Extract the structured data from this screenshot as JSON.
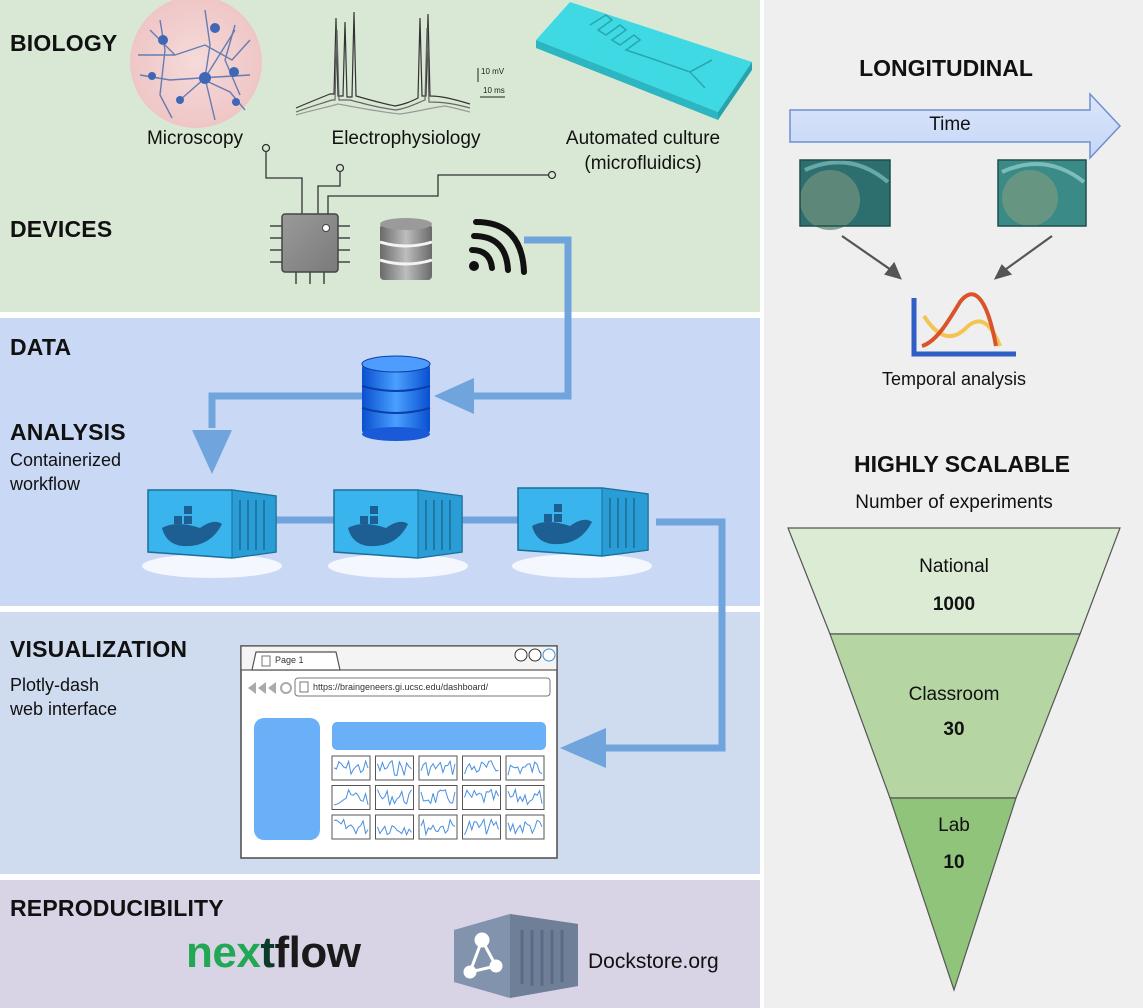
{
  "sections": {
    "biology": "BIOLOGY",
    "devices": "DEVICES",
    "data": "DATA",
    "analysis": "ANALYSIS",
    "analysis_sub_1": "Containerized",
    "analysis_sub_2": "workflow",
    "visualization": "VISUALIZATION",
    "visualization_sub_1": "Plotly-dash",
    "visualization_sub_2": "web interface",
    "reproducibility": "REPRODUCIBILITY"
  },
  "biology": {
    "microscopy": "Microscopy",
    "electrophysiology": "Electrophysiology",
    "culture_1": "Automated culture",
    "culture_2": "(microfluidics)",
    "scale_mv": "10 mV",
    "scale_ms": "10 ms"
  },
  "browser": {
    "tab_label": "Page 1",
    "url": "https://braingeneers.gi.ucsc.edu/dashboard/"
  },
  "reproducibility": {
    "nextflow_a": "nex",
    "nextflow_b": "t",
    "nextflow_c": "flow",
    "dockstore": "Dockstore.org"
  },
  "longitudinal": {
    "title": "LONGITUDINAL",
    "time_label": "Time",
    "temporal_caption": "Temporal analysis"
  },
  "scalable": {
    "title": "HIGHLY SCALABLE",
    "subtitle": "Number of experiments",
    "tiers": [
      {
        "label": "National",
        "value": "1000"
      },
      {
        "label": "Classroom",
        "value": "30"
      },
      {
        "label": "Lab",
        "value": "10"
      }
    ]
  },
  "colors": {
    "biology_band": "#d9e8d4",
    "data_band": "#c9d8f4",
    "visualization_band": "#cfdcef",
    "reproducibility_band": "#d9d3e6",
    "flow_arrow": "#6fa5dc",
    "container": "#3ab4ec",
    "tier_top": "#dcebd3",
    "tier_mid": "#b5d6a3",
    "tier_bottom": "#8fc47a",
    "nextflow_green": "#22a855"
  }
}
